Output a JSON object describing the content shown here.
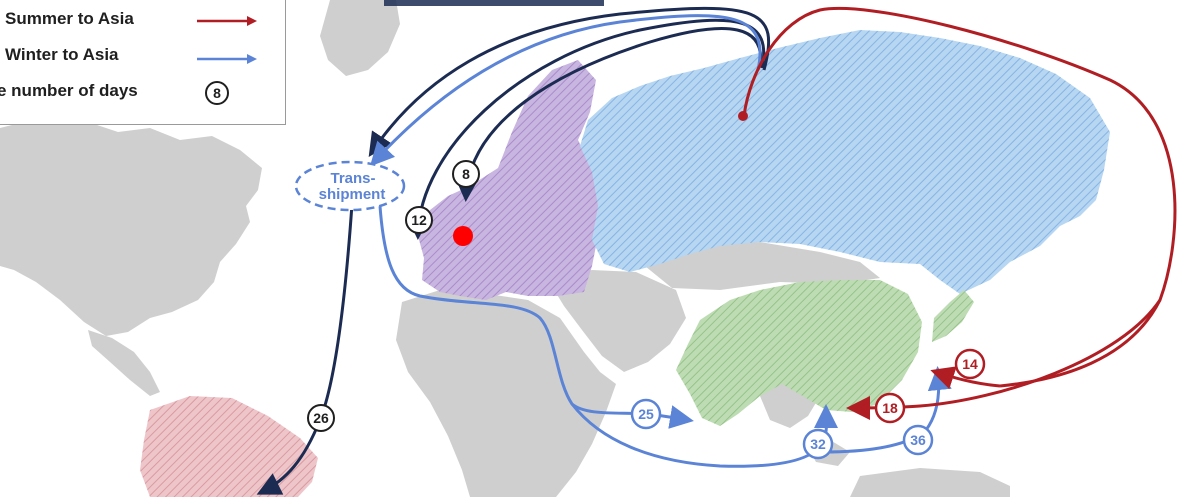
{
  "legend": {
    "summer_label": "Summer to Asia",
    "winter_label": "Winter to Asia",
    "days_label": "e number of days",
    "days_sample": "8"
  },
  "transshipment": {
    "line1": "Trans-",
    "line2": "shipment"
  },
  "day_badges": {
    "europe_north": "8",
    "europe_west": "12",
    "south_america": "26",
    "india": "25",
    "southeast_asia": "32",
    "east_china_sea": "36",
    "japan_east": "14",
    "china_east": "18"
  },
  "colors": {
    "summer": "#b01e24",
    "winter": "#5b84d6",
    "dark_route": "#1b2b52",
    "ocean": "#ffffff",
    "land_gray": "#cfcfcf",
    "europe": "#b9a3d6",
    "russia": "#9ec5ea",
    "china": "#a9d19e",
    "south_america": "#e3b1b6",
    "origin_point": "#ff0000"
  },
  "map": {
    "origin_marker": "red-dot-western-europe",
    "destination_marker": "dot-arctic-russia"
  }
}
